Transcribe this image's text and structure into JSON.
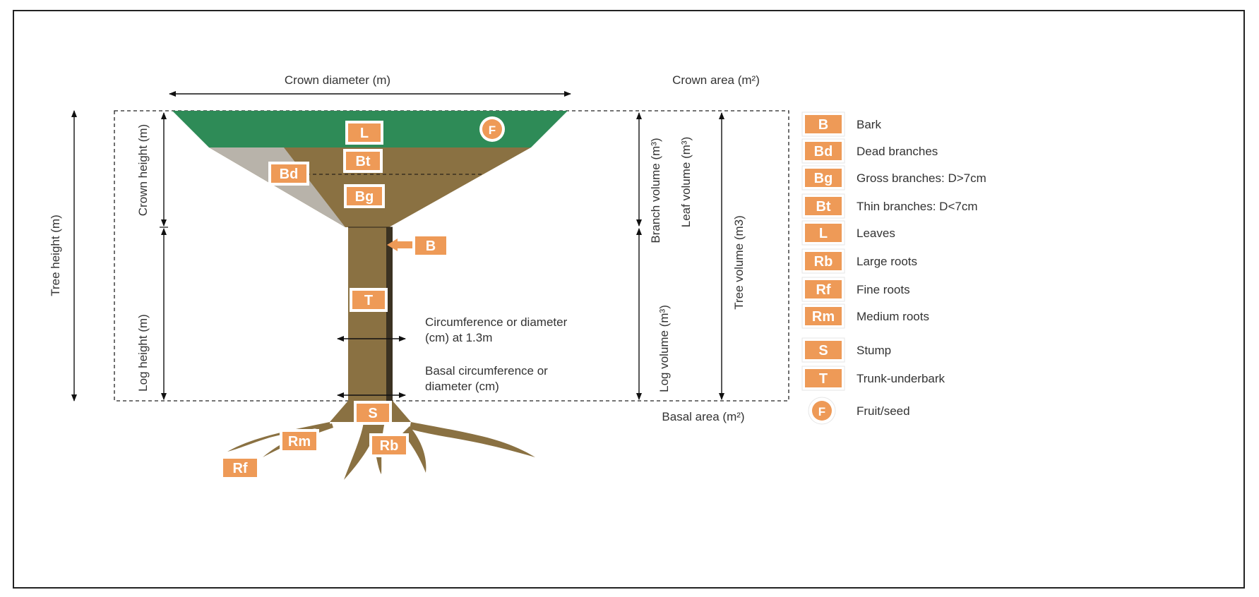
{
  "colors": {
    "badge": "#ee9a57",
    "crown_leaves": "#2e8b57",
    "wood": "#8a7142",
    "dead_branches": "#b8b3aa",
    "trunk_shadow": "#3b3222"
  },
  "diagram": {
    "crown_diameter": "Crown diameter (m)",
    "crown_area": "Crown area (m²)",
    "tree_height": "Tree height (m)",
    "crown_height": "Crown height (m)",
    "log_height": "Log height (m)",
    "branch_volume": "Branch volume (m³)",
    "leaf_volume": "Leaf volume (m³)",
    "tree_volume": "Tree volume (m3)",
    "log_volume": "Log volume (m³)",
    "circumference_line1": "Circumference or diameter",
    "circumference_line2": "(cm) at 1.3m",
    "basal_circ_line1": "Basal circumference or",
    "basal_circ_line2": "diameter (cm)",
    "basal_area": "Basal area (m²)"
  },
  "tree_badges": {
    "L": "L",
    "F": "F",
    "Bt": "Bt",
    "Bd": "Bd",
    "Bg": "Bg",
    "B": "B",
    "T": "T",
    "S": "S",
    "Rm": "Rm",
    "Rb": "Rb",
    "Rf": "Rf"
  },
  "legend": [
    {
      "code": "B",
      "label": "Bark",
      "shape": "square"
    },
    {
      "code": "Bd",
      "label": "Dead branches",
      "shape": "square"
    },
    {
      "code": "Bg",
      "label": "Gross branches: D>7cm",
      "shape": "square"
    },
    {
      "code": "Bt",
      "label": "Thin branches: D<7cm",
      "shape": "square"
    },
    {
      "code": "L",
      "label": "Leaves",
      "shape": "square"
    },
    {
      "code": "Rb",
      "label": "Large roots",
      "shape": "square"
    },
    {
      "code": "Rf",
      "label": "Fine roots",
      "shape": "square"
    },
    {
      "code": "Rm",
      "label": "Medium roots",
      "shape": "square"
    },
    {
      "code": "S",
      "label": "Stump",
      "shape": "square"
    },
    {
      "code": "T",
      "label": "Trunk-underbark",
      "shape": "square"
    },
    {
      "code": "F",
      "label": "Fruit/seed",
      "shape": "circle"
    }
  ]
}
